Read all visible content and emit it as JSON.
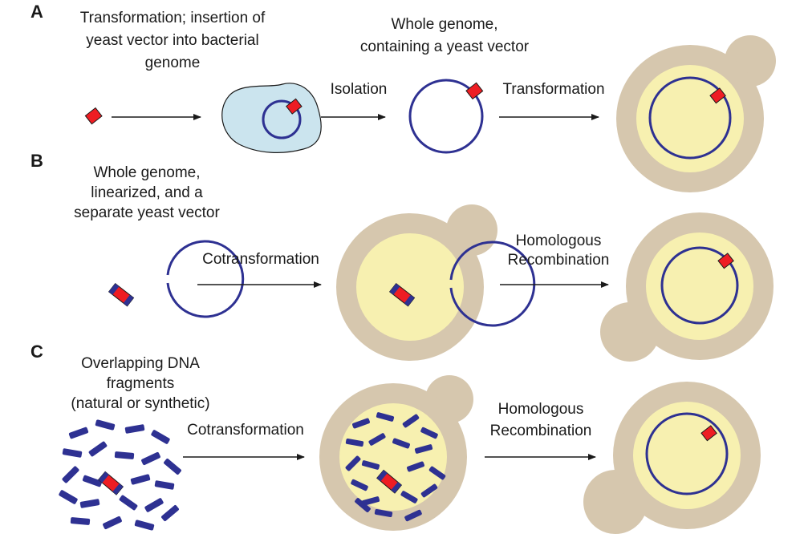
{
  "colors": {
    "dna_blue": "#2e3192",
    "vector_red": "#ee1d23",
    "yeast_wall": "#d6c7ae",
    "yeast_interior": "#f7f0b0",
    "bacterium_fill": "#cbe4ee",
    "arrow": "#1a1a1a"
  },
  "panels": {
    "a": {
      "letter": "A",
      "caption1": [
        "Transformation; insertion of",
        "yeast vector into bacterial",
        "genome"
      ],
      "caption2": [
        "Whole genome,",
        "containing a yeast vector"
      ],
      "arrow_isolation": "Isolation",
      "arrow_transformation": "Transformation"
    },
    "b": {
      "letter": "B",
      "caption": [
        "Whole genome,",
        "linearized, and a",
        "separate yeast vector"
      ],
      "arrow_cotransformation": "Cotransformation",
      "arrow_recombination": [
        "Homologous",
        "Recombination"
      ]
    },
    "c": {
      "letter": "C",
      "caption": [
        "Overlapping DNA",
        "fragments",
        "(natural or synthetic)"
      ],
      "arrow_cotransformation": "Cotransformation",
      "arrow_recombination": [
        "Homologous",
        "Recombination"
      ]
    }
  },
  "icons": {
    "vector": "red-rectangle",
    "genome": "blue-circle",
    "yeast": "budding-yeast-cell",
    "bacterium": "bacterial-cell"
  }
}
